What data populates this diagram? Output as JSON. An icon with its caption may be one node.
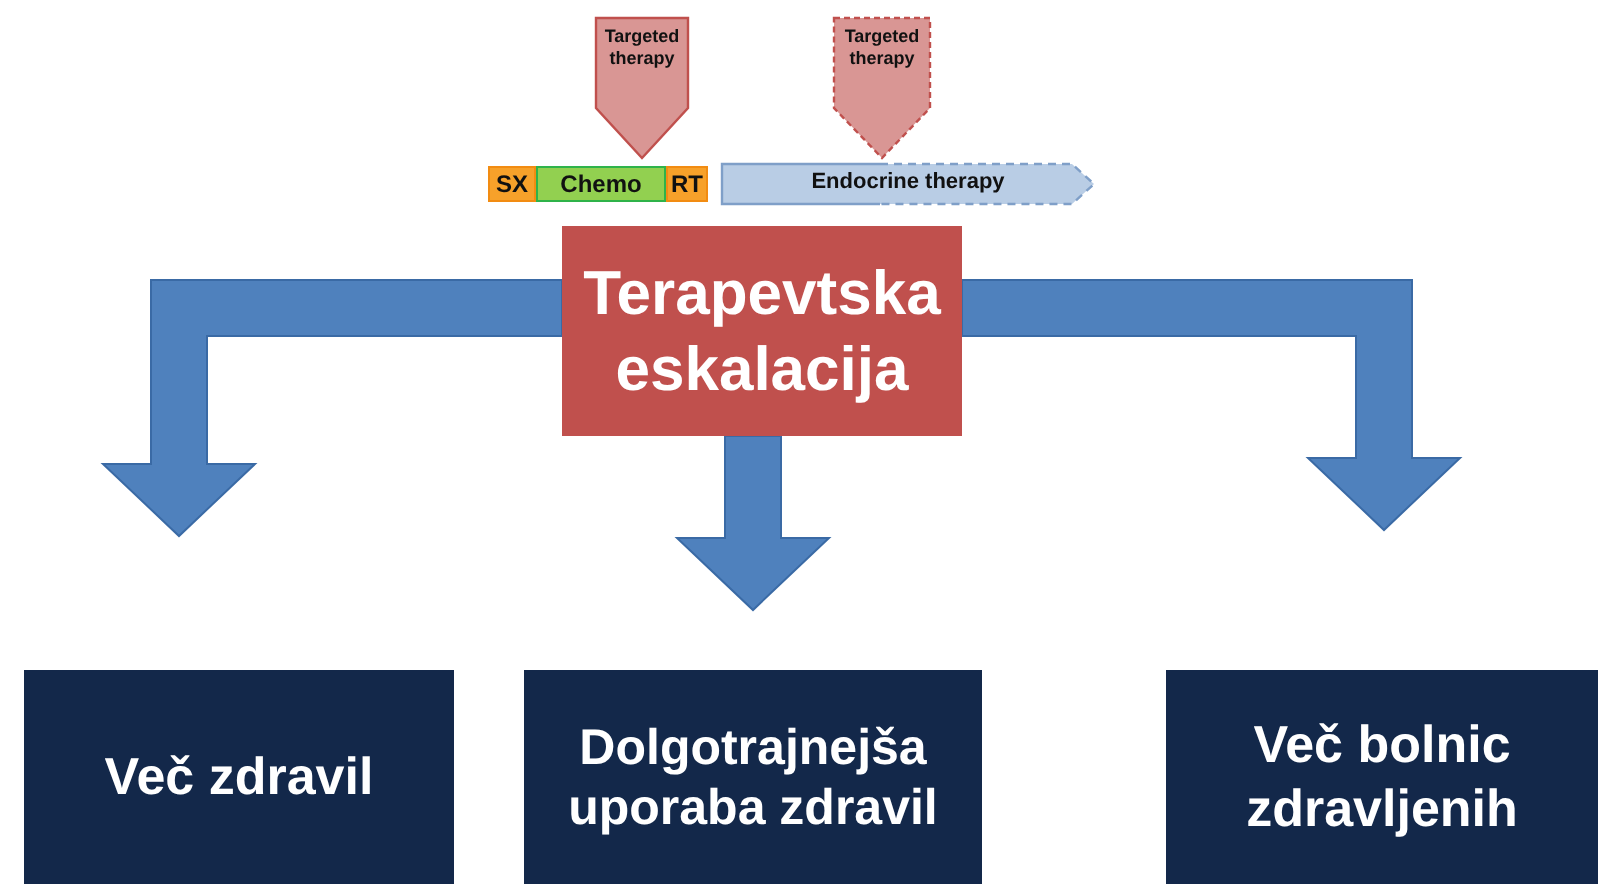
{
  "diagram": {
    "nodes": [
      {
        "text": [
          "Targeted therapy"
        ]
      },
      {
        "text": [
          "Targeted therapy"
        ]
      },
      {
        "text": [
          "SX"
        ]
      },
      {
        "text": [
          "Chemo"
        ]
      },
      {
        "text": [
          "RT"
        ]
      },
      {
        "text": [
          "Endocrine therapy"
        ]
      },
      {
        "text": [
          "Terapevtska eskalacija"
        ]
      },
      {
        "text": [
          "Več zdravil"
        ]
      },
      {
        "text": [
          "Dolgotrajnejša uporaba zdravil"
        ]
      },
      {
        "text": [
          "Več bolnic zdravljenih"
        ]
      }
    ],
    "edges": [
      {
        "from": 6,
        "to": 7,
        "arrow": "to"
      },
      {
        "from": 6,
        "to": 8,
        "arrow": "to"
      },
      {
        "from": 6,
        "to": 9,
        "arrow": "to"
      }
    ]
  }
}
